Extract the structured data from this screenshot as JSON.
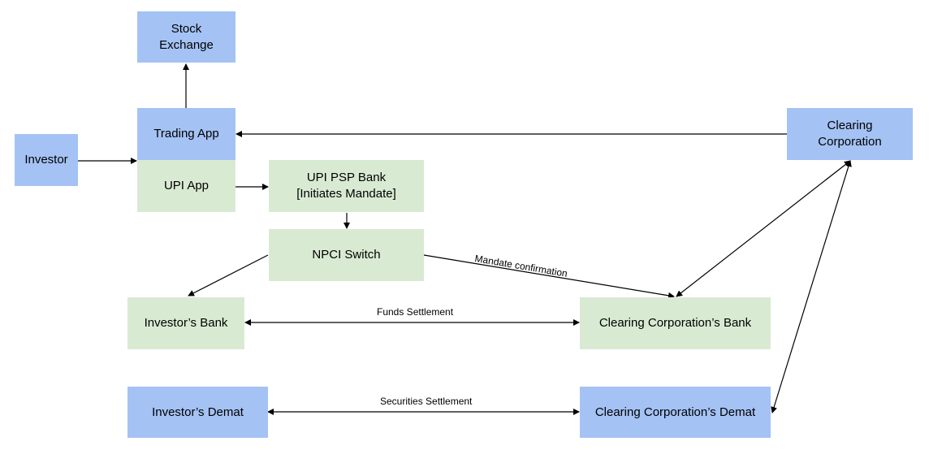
{
  "nodes": {
    "stock_exchange": "Stock\nExchange",
    "trading_app": "Trading App",
    "investor": "Investor",
    "upi_app": "UPI App",
    "upi_psp_bank": "UPI PSP Bank\n[Initiates Mandate]",
    "npci_switch": "NPCI Switch",
    "clearing_corporation": "Clearing\nCorporation",
    "investors_bank": "Investor’s Bank",
    "cc_bank": "Clearing Corporation’s Bank",
    "investors_demat": "Investor’s Demat",
    "cc_demat": "Clearing Corporation’s Demat"
  },
  "edge_labels": {
    "mandate_confirmation": "Mandate confirmation",
    "funds_settlement": "Funds Settlement",
    "securities_settlement": "Securities Settlement"
  },
  "colors": {
    "blue_box": "#a4c2f4",
    "green_box": "#d9ead3",
    "line": "#000000"
  }
}
